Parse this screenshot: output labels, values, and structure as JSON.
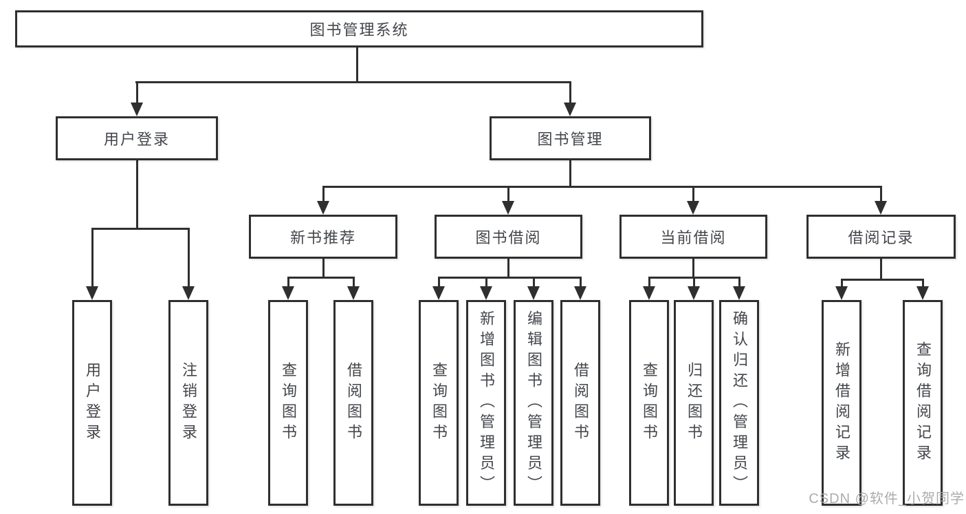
{
  "tree": {
    "root": "图书管理系统",
    "branches": [
      {
        "label": "用户登录",
        "leaves": [
          "用户登录",
          "注销登录"
        ]
      },
      {
        "label": "图书管理",
        "groups": [
          {
            "label": "新书推荐",
            "leaves": [
              "查询图书",
              "借阅图书"
            ]
          },
          {
            "label": "图书借阅",
            "leaves": [
              "查询图书",
              "新增图书（管理员）",
              "编辑图书（管理员）",
              "借阅图书"
            ]
          },
          {
            "label": "当前借阅",
            "leaves": [
              "查询图书",
              "归还图书",
              "确认归还（管理员）"
            ]
          },
          {
            "label": "借阅记录",
            "leaves": [
              "新增借阅记录",
              "查询借阅记录"
            ]
          }
        ]
      }
    ]
  },
  "watermark": {
    "text": "CSDN @软件_小贺同学"
  },
  "colors": {
    "line": "#2f2f2f",
    "text": "#43464b",
    "watermark": "#a8a8a8",
    "background": "#ffffff"
  }
}
